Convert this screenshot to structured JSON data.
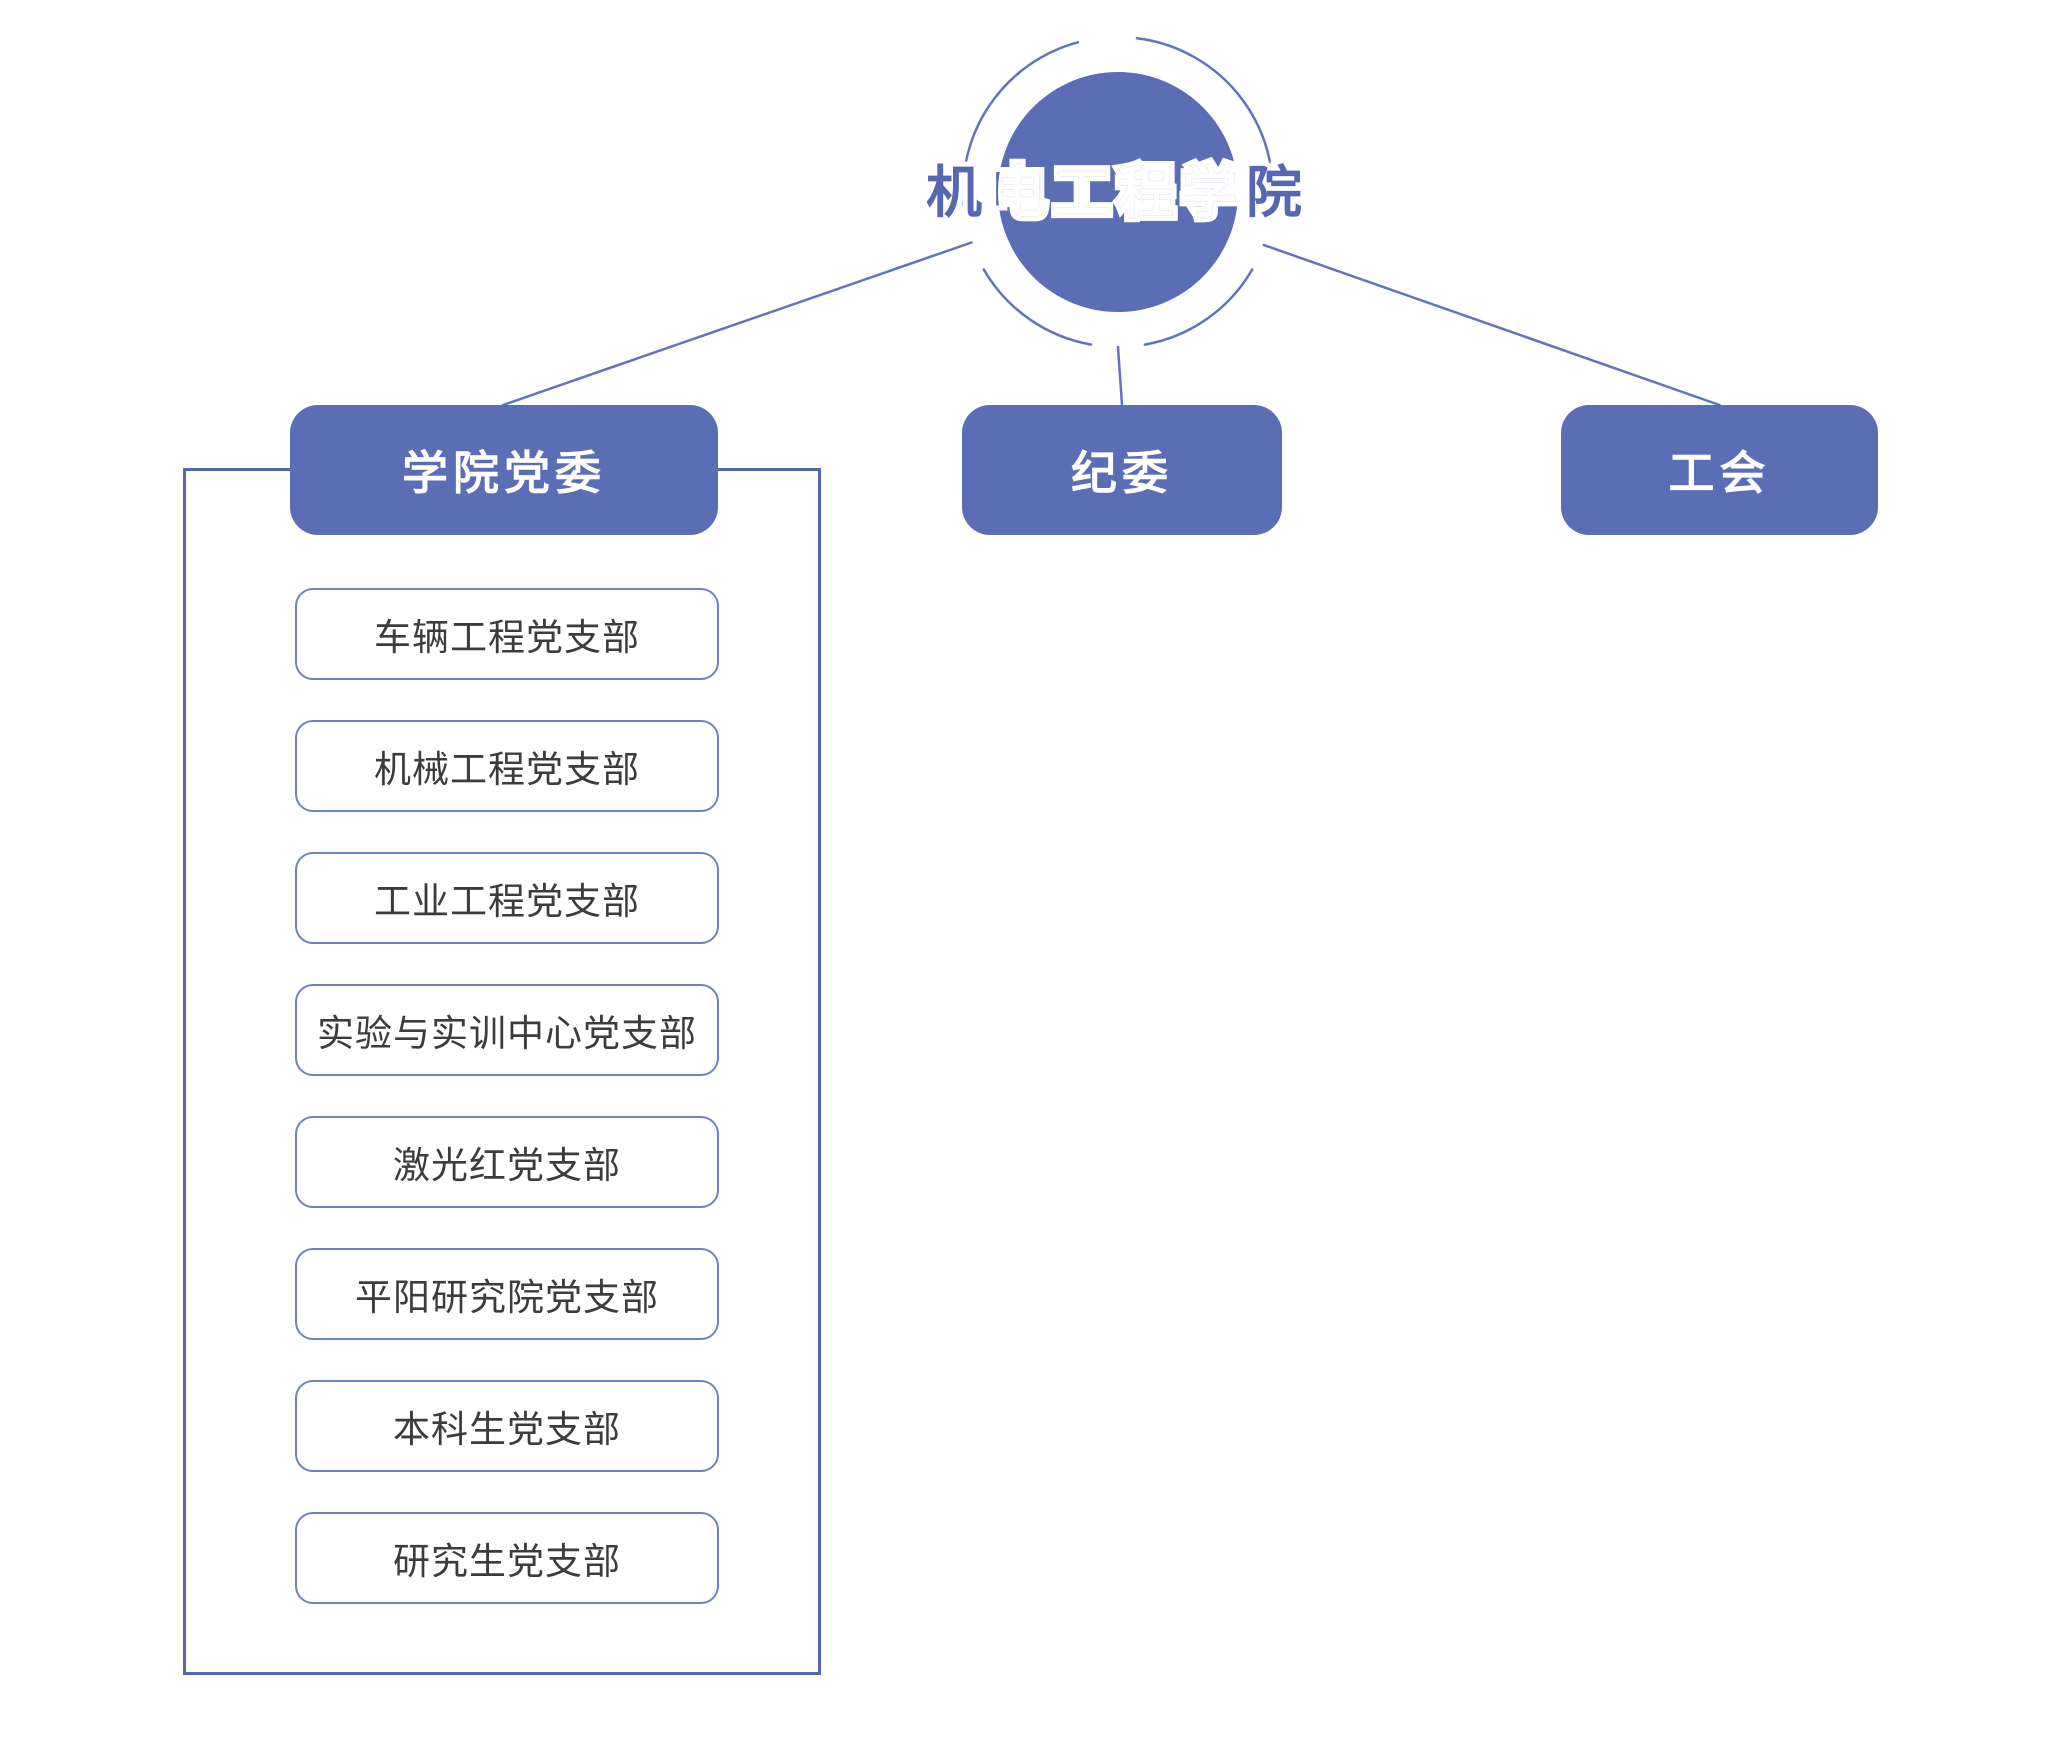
{
  "title": {
    "text": "机电工程学院"
  },
  "level2": [
    {
      "id": "party",
      "label": "学院党委"
    },
    {
      "id": "jiwei",
      "label": "纪委"
    },
    {
      "id": "union",
      "label": "工会"
    }
  ],
  "party_sub_branches": [
    "车辆工程党支部",
    "机械工程党支部",
    "工业工程党支部",
    "实验与实训中心党支部",
    "激光红党支部",
    "平阳研究院党支部",
    "本科生党支部",
    "研究生党支部"
  ],
  "colors": {
    "node_fill": "#5B6DB4",
    "node_text": "#FFFFFF",
    "title_blue": "#5667B1",
    "line_color": "#6373BB",
    "sub_border": "#7081C3",
    "container_border": "#5767AE",
    "sub_text": "#3C3C3C"
  }
}
